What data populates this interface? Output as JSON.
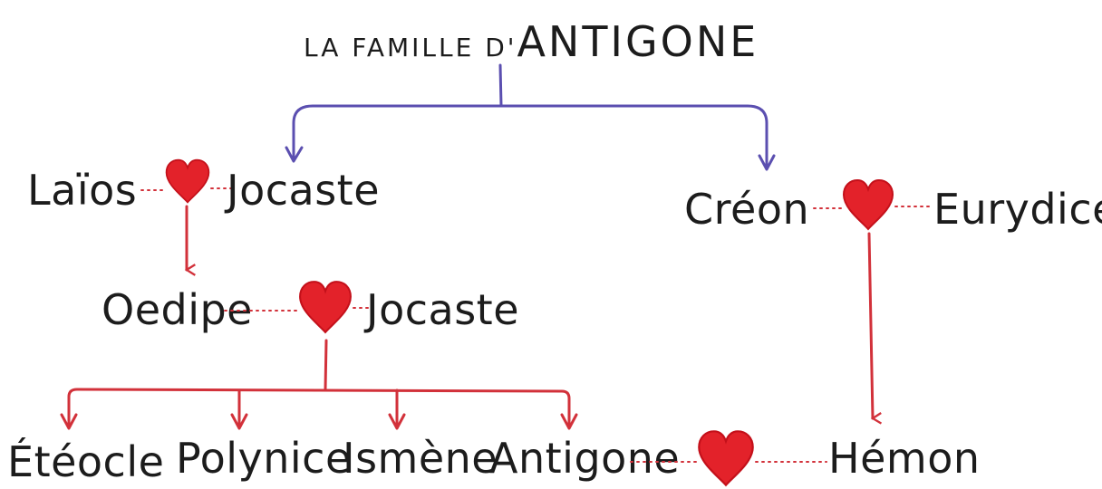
{
  "title": {
    "prefix": "LA FAMILLE D'",
    "name": "ANTIGONE"
  },
  "people": {
    "laios": "Laïos",
    "jocaste_1": "Jocaste",
    "creon": "Créon",
    "eurydice": "Eurydice",
    "oedipe": "Oedipe",
    "jocaste_2": "Jocaste",
    "eteocle": "Étéocle",
    "polynice": "Polynice",
    "ismene": "Ismène",
    "antigone": "Antigone",
    "hemon": "Hémon"
  },
  "colors": {
    "heart": "#e3222a",
    "descent_line": "#d2313a",
    "sibling_line": "#5b4fb0",
    "text": "#1c1c1c"
  },
  "icons": {
    "union": "heart-icon",
    "descent": "arrow-down-icon"
  }
}
